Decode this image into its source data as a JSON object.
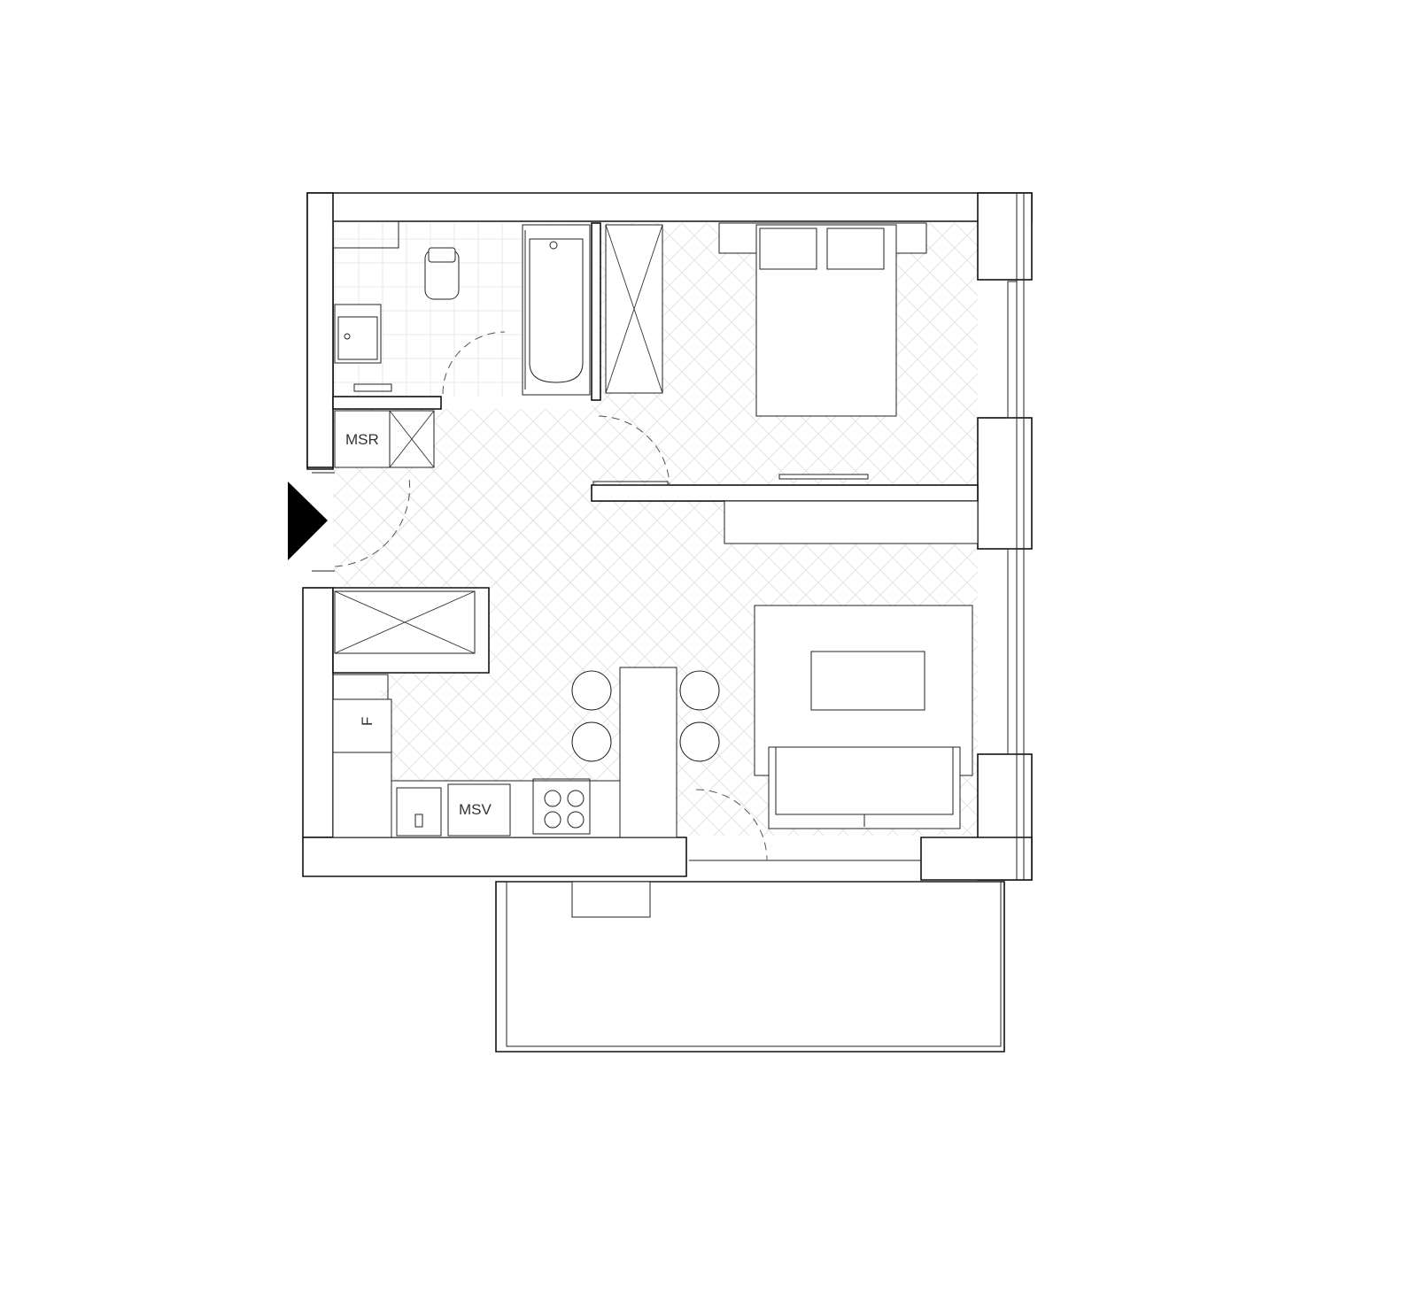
{
  "rooms": {
    "msr_label": "MSR",
    "msv_label": "MSV",
    "fridge_label": "F"
  },
  "colors": {
    "wall": "#111111",
    "line": "#222222",
    "floor_pattern": "#e4e4e4",
    "entrance_marker": "#000000"
  },
  "icons": [
    "entrance-arrow-icon",
    "toilet-icon",
    "sink-icon",
    "bathtub-icon",
    "bed-icon",
    "tv-icon",
    "sofa-icon",
    "dining-table-icon",
    "chair-icon",
    "stove-icon"
  ]
}
